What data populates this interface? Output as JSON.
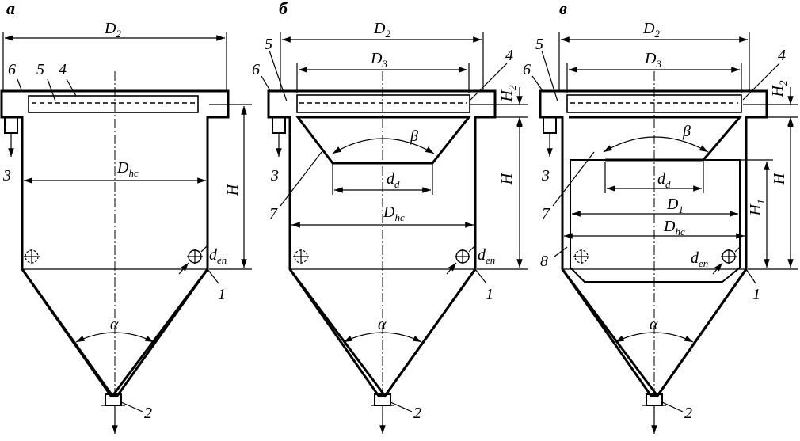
{
  "panels": [
    {
      "id": "a",
      "letter": "а",
      "labels": {
        "n1": "1",
        "n2": "2",
        "n3": "3",
        "n4": "4",
        "n5": "5",
        "n6": "6"
      },
      "dims": {
        "D2": "D",
        "D2_sub": "2",
        "Dhc": "D",
        "Dhc_sub": "hc",
        "H": "H",
        "den": "d",
        "den_sub": "en",
        "alpha": "α"
      }
    },
    {
      "id": "b",
      "letter": "б",
      "labels": {
        "n1": "1",
        "n2": "2",
        "n3": "3",
        "n4": "4",
        "n5": "5",
        "n6": "6",
        "n7": "7"
      },
      "dims": {
        "D2": "D",
        "D2_sub": "2",
        "D3": "D",
        "D3_sub": "3",
        "H2": "H",
        "H2_sub": "2",
        "H": "H",
        "dd": "d",
        "dd_sub": "d",
        "Dhc": "D",
        "Dhc_sub": "hc",
        "den": "d",
        "den_sub": "en",
        "alpha": "α",
        "beta": "β"
      }
    },
    {
      "id": "v",
      "letter": "в",
      "labels": {
        "n1": "1",
        "n2": "2",
        "n3": "3",
        "n4": "4",
        "n5": "5",
        "n6": "6",
        "n7": "7",
        "n8": "8"
      },
      "dims": {
        "D2": "D",
        "D2_sub": "2",
        "D3": "D",
        "D3_sub": "3",
        "H2": "H",
        "H2_sub": "2",
        "H": "H",
        "H1": "H",
        "H1_sub": "1",
        "dd": "d",
        "dd_sub": "d",
        "D1": "D",
        "D1_sub": "1",
        "Dhc": "D",
        "Dhc_sub": "hc",
        "den": "d",
        "den_sub": "en",
        "alpha": "α",
        "beta": "β"
      }
    }
  ],
  "colors": {
    "line": "#000000",
    "background": "#ffffff"
  }
}
